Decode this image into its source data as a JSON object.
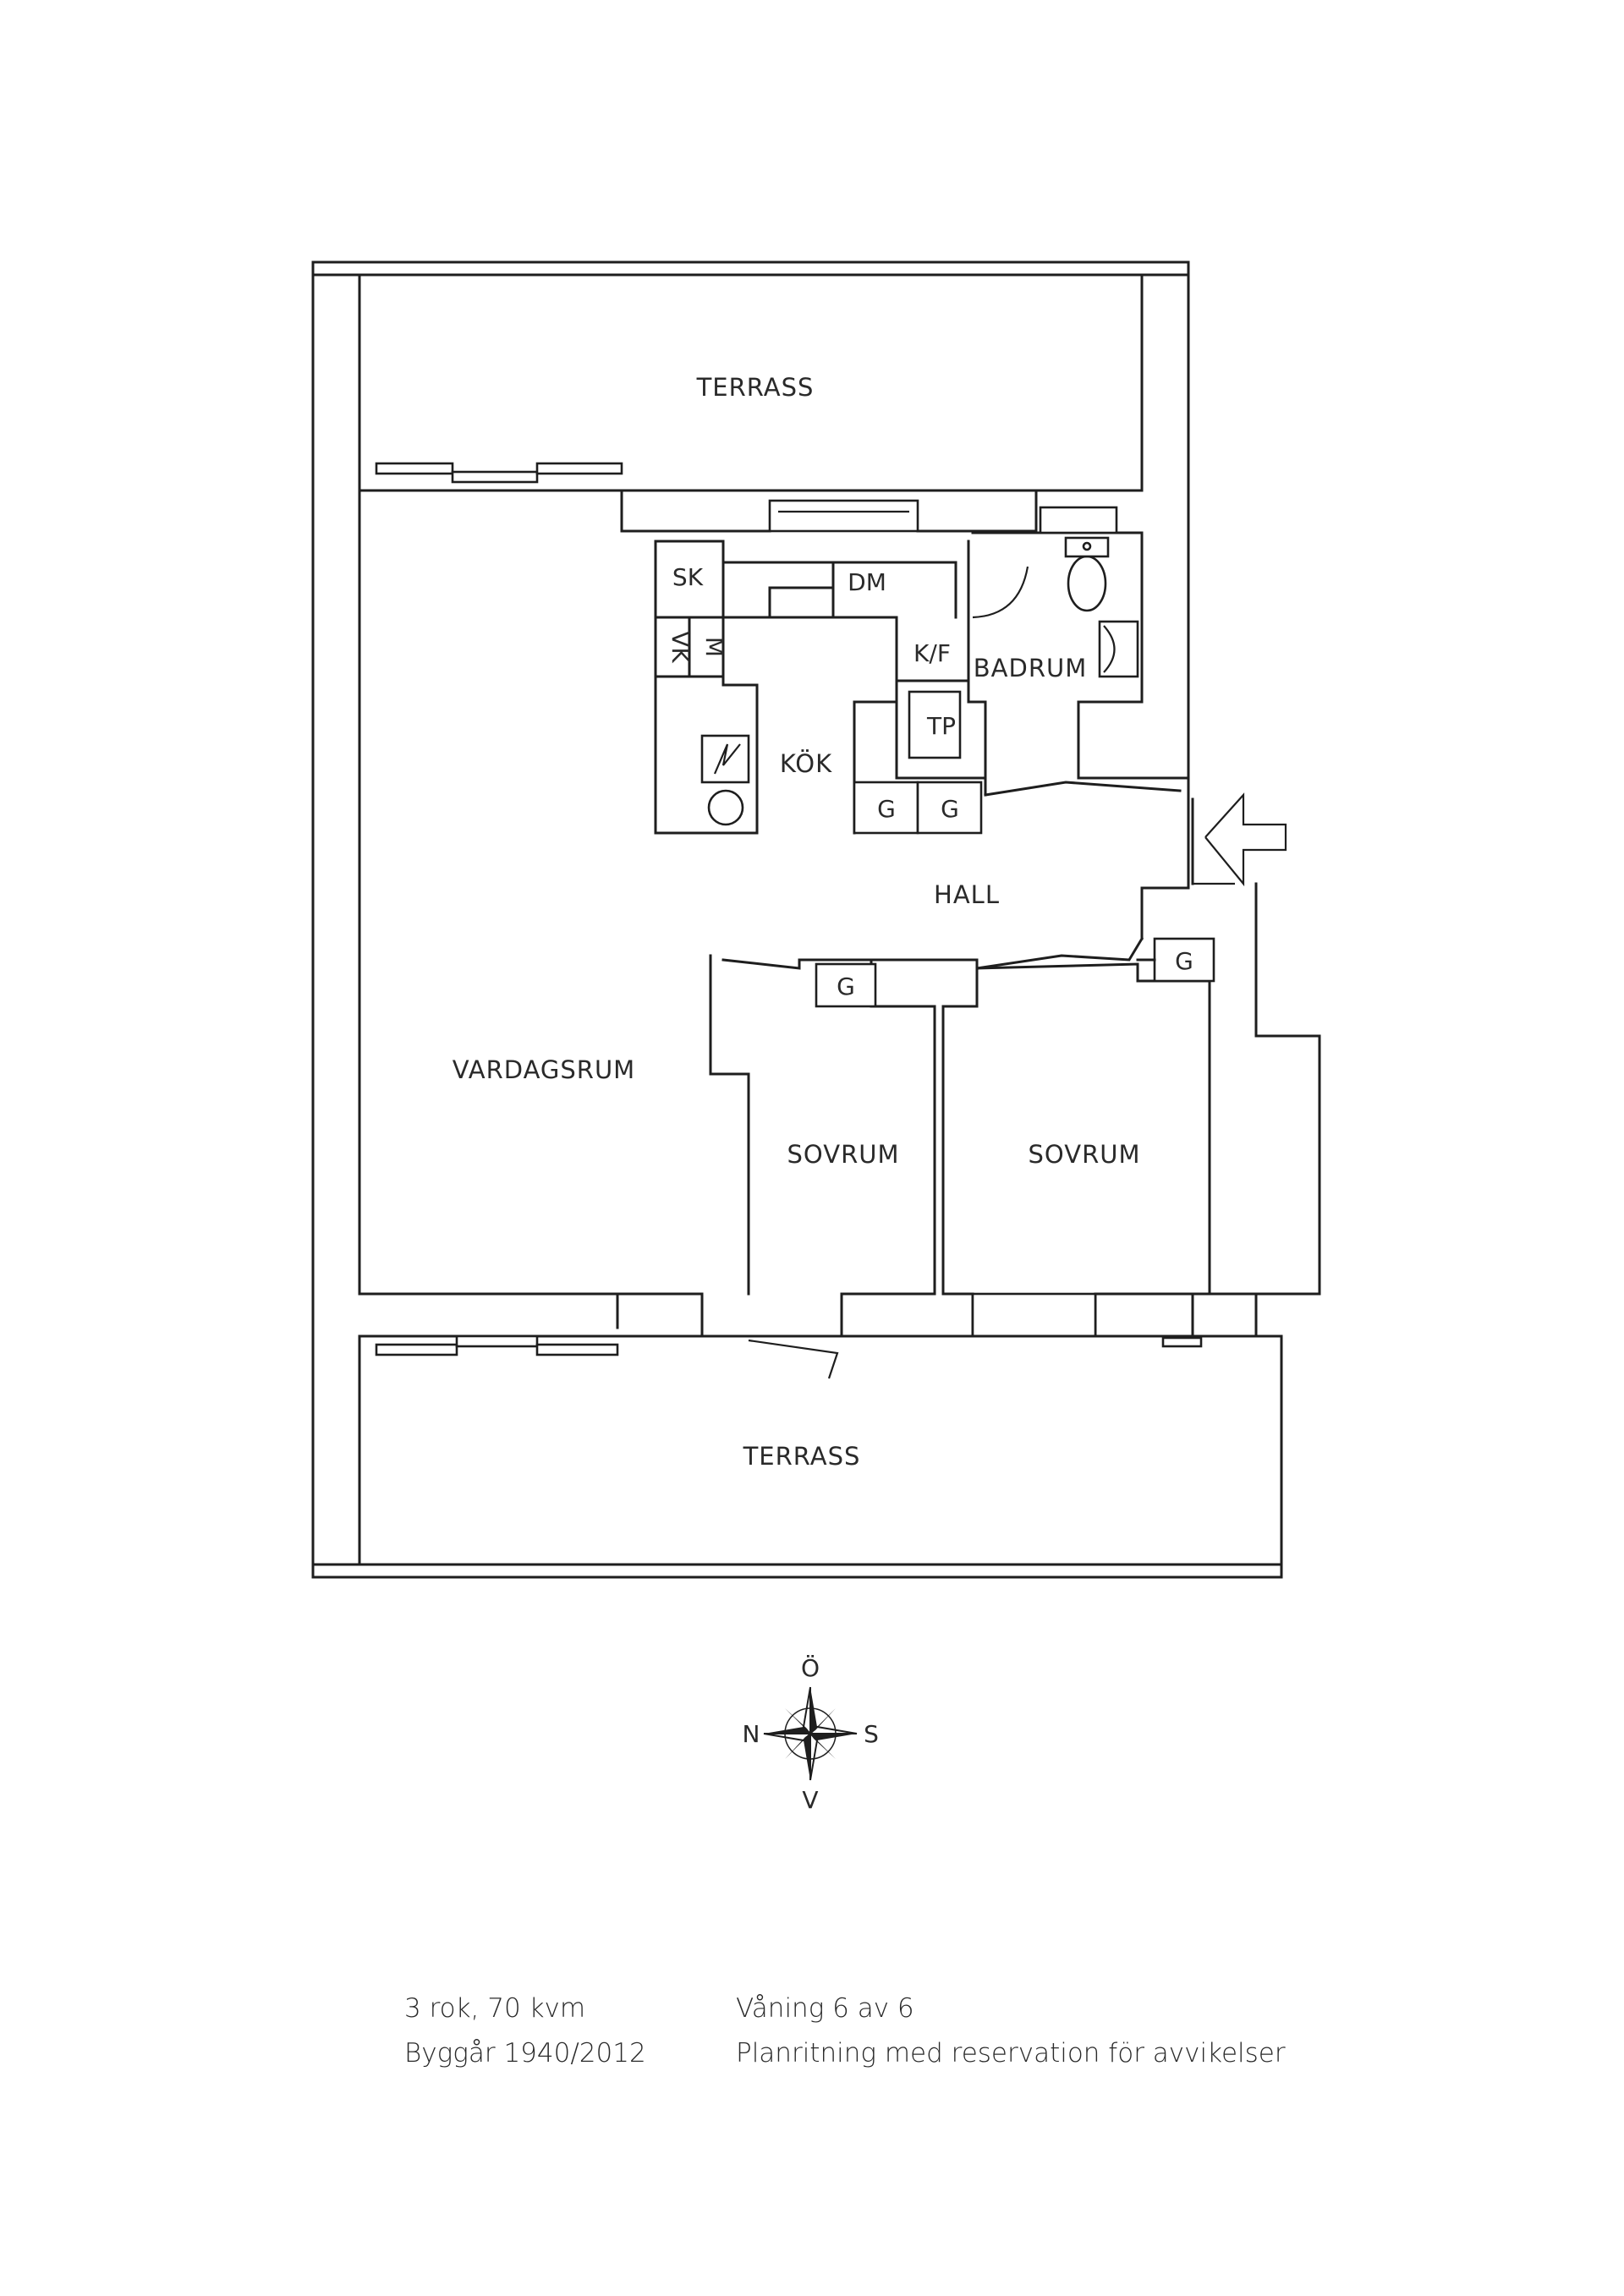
{
  "rooms": {
    "terrace_top": "TERRASS",
    "terrace_bottom": "TERRASS",
    "living_room": "VARDAGSRUM",
    "kitchen": "KÖK",
    "bathroom": "BADRUM",
    "hall": "HALL",
    "bedroom_1": "SOVRUM",
    "bedroom_2": "SOVRUM"
  },
  "fixtures": {
    "sk": "SK",
    "vk": "VK",
    "m": "M",
    "dm": "DM",
    "kf": "K/F",
    "tp": "TP",
    "g": "G"
  },
  "compass": {
    "north": "N",
    "east": "Ö",
    "south": "S",
    "west": "V"
  },
  "info": {
    "size": "3 rok, 70 kvm",
    "built": "Byggår 1940/2012",
    "floor": "Våning 6 av 6",
    "disclaimer": "Planritning med reservation för avvikelser"
  }
}
